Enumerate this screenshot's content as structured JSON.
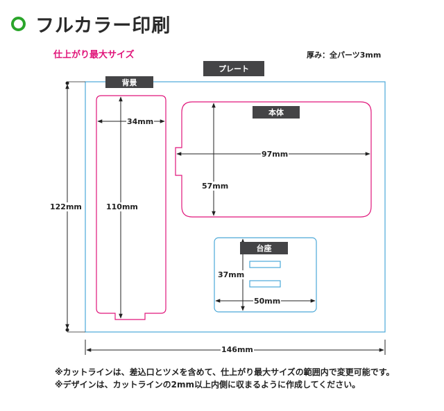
{
  "heading": {
    "title": "フルカラー印刷",
    "subtitle": "仕上がり最大サイズ",
    "thickness": "厚み：全パーツ3mm"
  },
  "parts": {
    "plate": "プレート",
    "background": "背景",
    "body": "本体",
    "base": "台座"
  },
  "dimensions": {
    "plate_width": "146mm",
    "plate_height": "122mm",
    "background_width": "34mm",
    "background_height": "110mm",
    "body_width": "97mm",
    "body_height": "57mm",
    "base_width": "50mm",
    "base_height": "37mm"
  },
  "notes": [
    "※カットラインは、差込口とツメを含めて、仕上がり最大サイズの範囲内で変更可能です。",
    "※デザインは、カットラインの2mm以上内側に収まるように作成してください。"
  ],
  "colors": {
    "accent_green": "#2aa52a",
    "cut_magenta": "#e0157a",
    "plate_blue": "#4aa8d8",
    "tag_gray": "#444446"
  }
}
